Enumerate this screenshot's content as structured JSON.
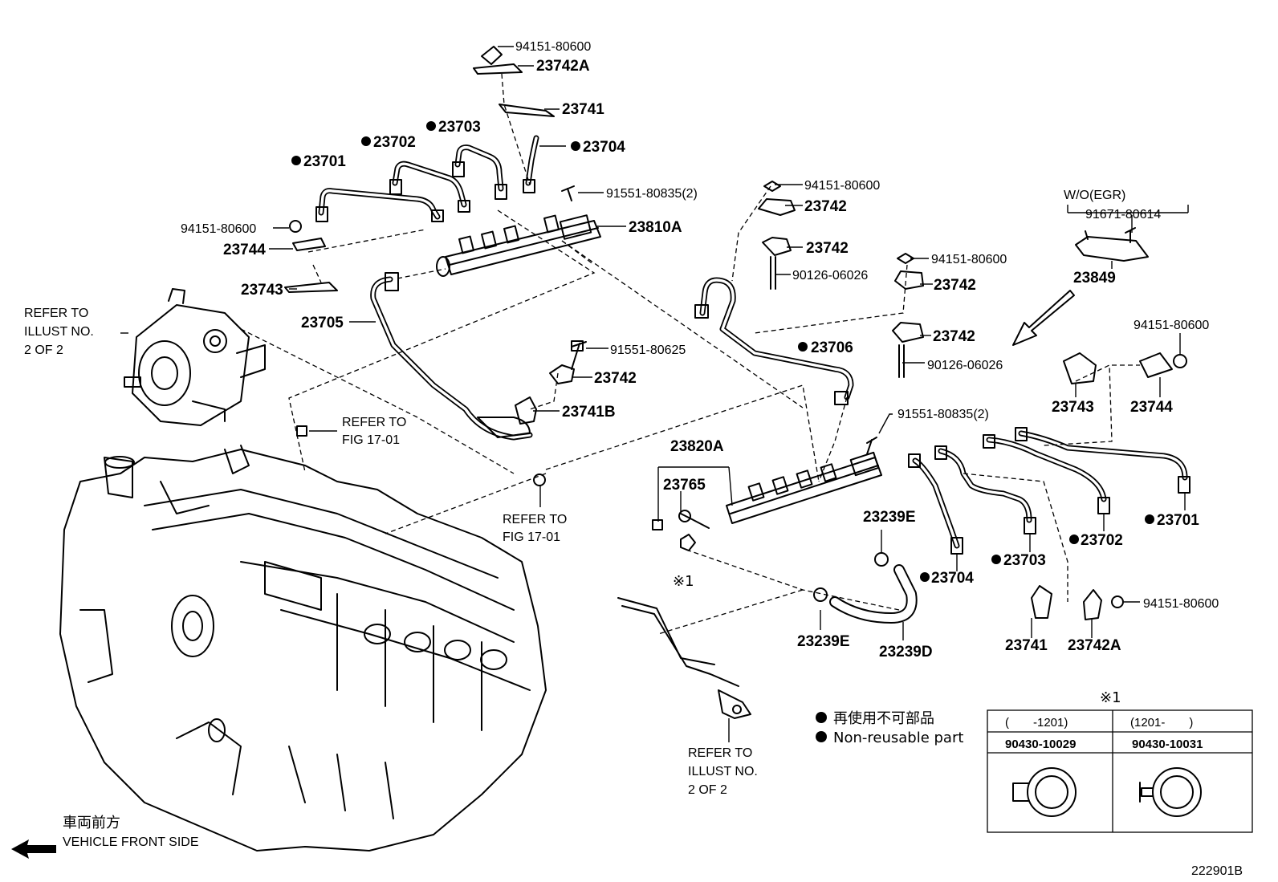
{
  "part_numbers": {
    "p94151_top": "94151-80600",
    "p23742A_top": "23742A",
    "p23741_top": "23741",
    "p23703_top": "23703",
    "p23702_top": "23702",
    "p23704_top": "23704",
    "p23701_top": "23701",
    "p91551_80835_top": "91551-80835(2)",
    "p94151_left": "94151-80600",
    "p23744_left": "23744",
    "p23810A": "23810A",
    "p23743_left": "23743",
    "p23705": "23705",
    "p91551_80625": "91551-80625",
    "p23742_mid": "23742",
    "p23741B": "23741B",
    "p94151_c1": "94151-80600",
    "p23742_c1": "23742",
    "p23742_c2": "23742",
    "p90126_c1": "90126-06026",
    "p94151_c2": "94151-80600",
    "p23742_c3": "23742",
    "p23742_c4": "23742",
    "p90126_c2": "90126-06026",
    "p23706": "23706",
    "p91551_80835_right": "91551-80835(2)",
    "p23820A": "23820A",
    "p23765": "23765",
    "p23239E_a": "23239E",
    "p23239E_b": "23239E",
    "p23239D": "23239D",
    "p23704_b": "23704",
    "p23703_b": "23703",
    "p23702_b": "23702",
    "p23701_b": "23701",
    "p23741_b": "23741",
    "p23742A_b": "23742A",
    "p94151_br": "94151-80600",
    "wo_egr": "W/O(EGR)",
    "p91671": "91671-80614",
    "p23849": "23849",
    "p94151_r": "94151-80600",
    "p23743_r": "23743",
    "p23744_r": "23744"
  },
  "refs": {
    "left_illust": [
      "REFER TO",
      "ILLUST NO.",
      "2 OF 2"
    ],
    "fig_a": [
      "REFER TO",
      "FIG 17-01"
    ],
    "fig_b": [
      "REFER TO",
      "FIG 17-01"
    ],
    "bottom_illust": [
      "REFER TO",
      "ILLUST NO.",
      "2 OF 2"
    ]
  },
  "note_mark": "※1",
  "legend": {
    "jp": "再使用不可部品",
    "en": "Non-reusable part"
  },
  "table": {
    "mark": "※1",
    "col1_header": "(　　-1201)",
    "col2_header": "(1201-　　)",
    "col1_part": "90430-10029",
    "col2_part": "90430-10031"
  },
  "front": {
    "jp": "車両前方",
    "en": "VEHICLE FRONT SIDE"
  },
  "illustration_id": "222901B"
}
